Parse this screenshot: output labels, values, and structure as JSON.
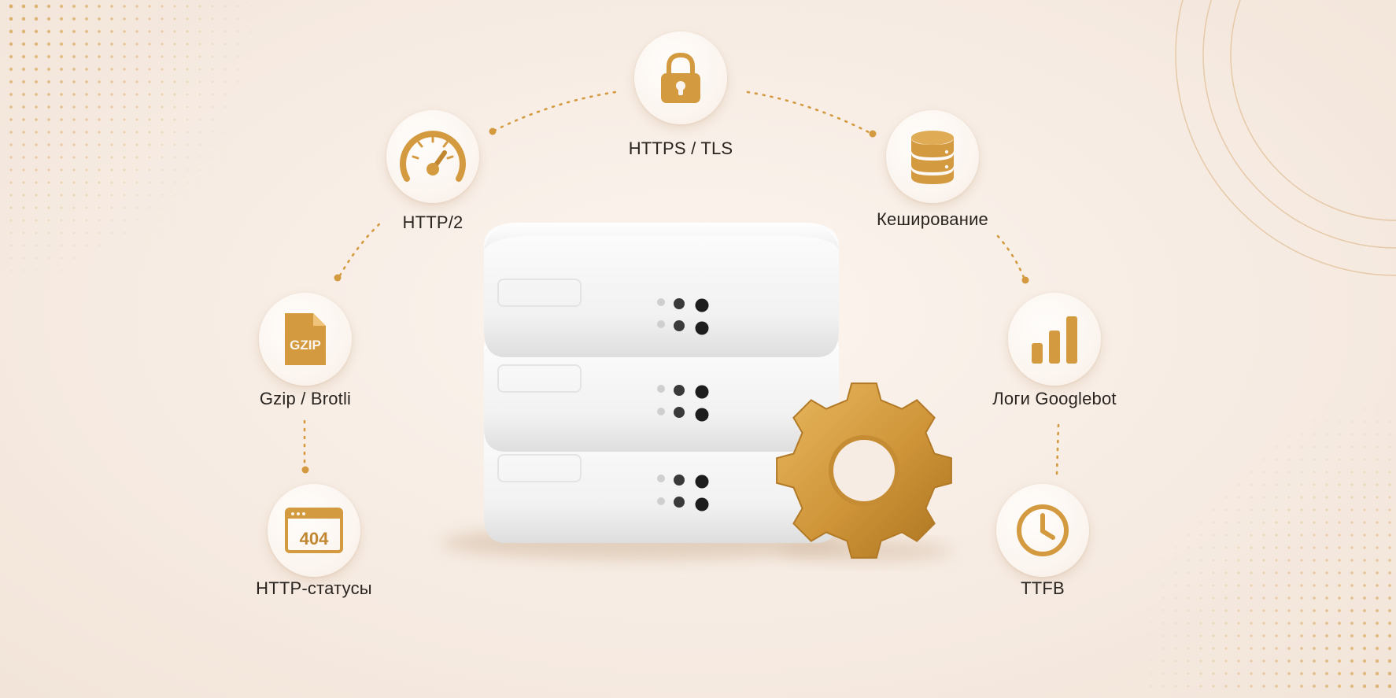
{
  "nodes": [
    {
      "id": "https",
      "label": "HTTPS / TLS",
      "icon": "lock-icon"
    },
    {
      "id": "http2",
      "label": "HTTP/2",
      "icon": "speedometer-icon"
    },
    {
      "id": "cache",
      "label": "Кеширование",
      "icon": "database-icon"
    },
    {
      "id": "gzip",
      "label": "Gzip / Brotli",
      "icon": "gzip-file-icon",
      "icon_text": "GZIP"
    },
    {
      "id": "logs",
      "label": "Логи Googlebot",
      "icon": "bar-chart-icon"
    },
    {
      "id": "statuses",
      "label": "HTTP-статусы",
      "icon": "browser-404-icon",
      "icon_text": "404"
    },
    {
      "id": "ttfb",
      "label": "TTFB",
      "icon": "clock-icon"
    }
  ],
  "center": {
    "illustration": "server-stack-icon",
    "accessory": "gear-icon"
  },
  "colors": {
    "accent": "#d39a3f",
    "accent_dark": "#b97f2a",
    "background": "#f7ede5",
    "text": "#2a2420",
    "server": "#fafafa"
  }
}
